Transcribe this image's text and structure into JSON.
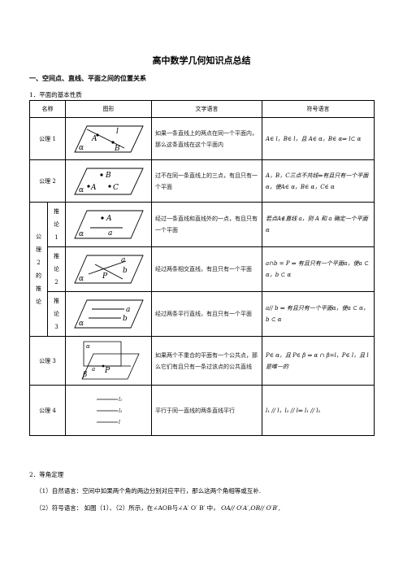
{
  "doc": {
    "title": "高中数学几何知识点总结",
    "section1": "一、空间点、直线、平面之间的位置关系",
    "sub1": "1．平面的基本性质",
    "headers": [
      "名称",
      "图形",
      "文字语言",
      "符号语言"
    ],
    "rows": [
      {
        "name": "公理 1",
        "text": "如果一条直线上的两点在同一个平面内，那么这条直线在这个平面内",
        "sym": "A∈ l，B∈ l，且 A∈ α，B∈ α⇒ l⊂ α"
      },
      {
        "name": "公理 2",
        "text": "过不在同一条直线上的三点，有且只有一个平面",
        "sym": "A，B，C三点不共线⇒有且只有一个平面 α，使A∈ α，B∈ α，C∈ α"
      },
      {
        "name": "1",
        "text": "经过一条直线和直线外的一点，有且只有一个平面",
        "sym": "若点A∉直线 a，则 A 和 a 确定一个平面α"
      },
      {
        "name": "2",
        "text": "经过两条相交直线，有且只有一个平面",
        "sym": "a∩b = P ⇒ 有且只有一个平面α，使a ⊂ α，b ⊂ α"
      },
      {
        "name": "3",
        "text": "经过两条平行直线，有且只有一个平面",
        "sym": "a// b ⇒ 有且只有一个平面α，使a ⊂ α，b ⊂ α"
      },
      {
        "name": "公理 3",
        "text": "如果两个不重合的平面有一个公共点，那么它们有且只有一条过该点的公共直线",
        "sym": "P∈ α，且 P∈ β ⇒ α ∩ β=l，P∈ l，且 l 是唯一的"
      },
      {
        "name": "公理 4",
        "text": "平行于同一直线的两条直线平行",
        "sym": "l₁ // l，l₂ // l⇒ l₁ // l₂"
      }
    ],
    "group_label": [
      "公",
      "理",
      "2",
      "的",
      "推",
      "论"
    ],
    "tuilun": "推论",
    "fig_labels": {
      "A": "A",
      "B": "B",
      "C": "C",
      "P": "P",
      "a": "a",
      "b": "b",
      "l": "l",
      "alpha": "α",
      "beta": "β",
      "l1": "l₁",
      "l2": "l₂"
    },
    "section2": "2．等角定理",
    "p1": "（1）自然语言：空间中如果两个角的两边分别对应平行，那么这两个角相等或互补.",
    "p2_prefix": "（2）符号语言：  如图（1）、（2）所示，在∠AOB与∠A′  O′  B′  中，",
    "p2_math": "OA// O′A′,OB// O′B′,"
  }
}
